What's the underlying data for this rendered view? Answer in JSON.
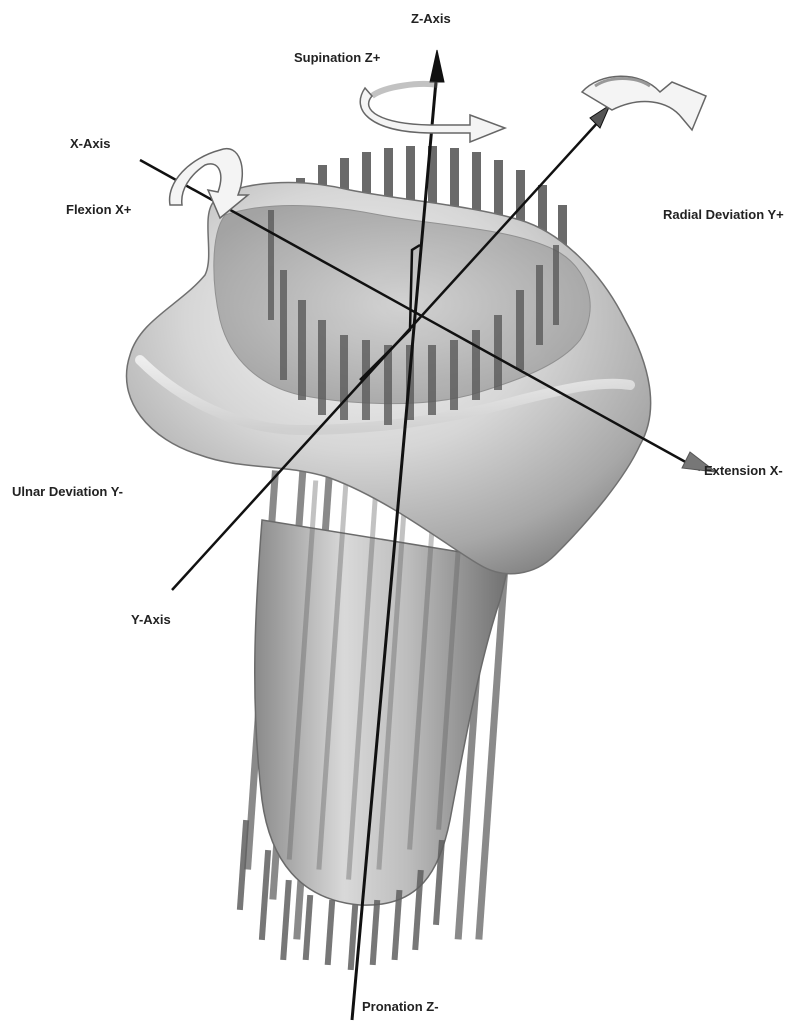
{
  "labels": {
    "z_axis": "Z-Axis",
    "supination": "Supination Z+",
    "x_axis": "X-Axis",
    "flexion": "Flexion X+",
    "radial_deviation": "Radial Deviation Y+",
    "extension": "Extension X-",
    "ulnar_deviation": "Ulnar Deviation Y-",
    "y_axis": "Y-Axis",
    "pronation": "Pronation Z-"
  },
  "colors": {
    "bone_light": "#f2f2f2",
    "bone_mid": "#bdbdbd",
    "bone_dark": "#7a7a7a",
    "axis_line": "#111111",
    "stripe": "#6e6e6e",
    "arrow_fill": "#f4f4f4",
    "arrow_stroke": "#666666"
  }
}
